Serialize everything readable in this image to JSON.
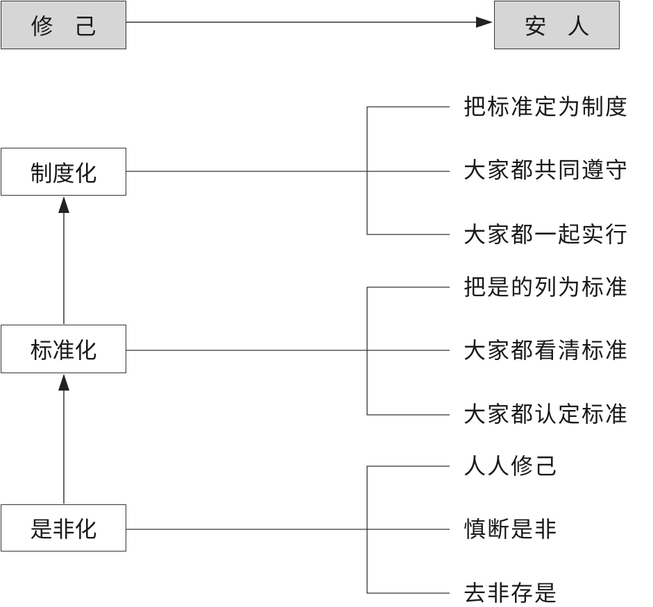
{
  "top": {
    "from": "修己",
    "to": "安人"
  },
  "stages": [
    {
      "label": "制度化",
      "items": [
        "把标准定为制度",
        "大家都共同遵守",
        "大家都一起实行"
      ]
    },
    {
      "label": "标准化",
      "items": [
        "把是的列为标准",
        "大家都看清标准",
        "大家都认定标准"
      ]
    },
    {
      "label": "是非化",
      "items": [
        "人人修己",
        "慎断是非",
        "去非存是"
      ]
    }
  ],
  "colors": {
    "box_fill": "#d6d6d6",
    "line": "#333333"
  }
}
